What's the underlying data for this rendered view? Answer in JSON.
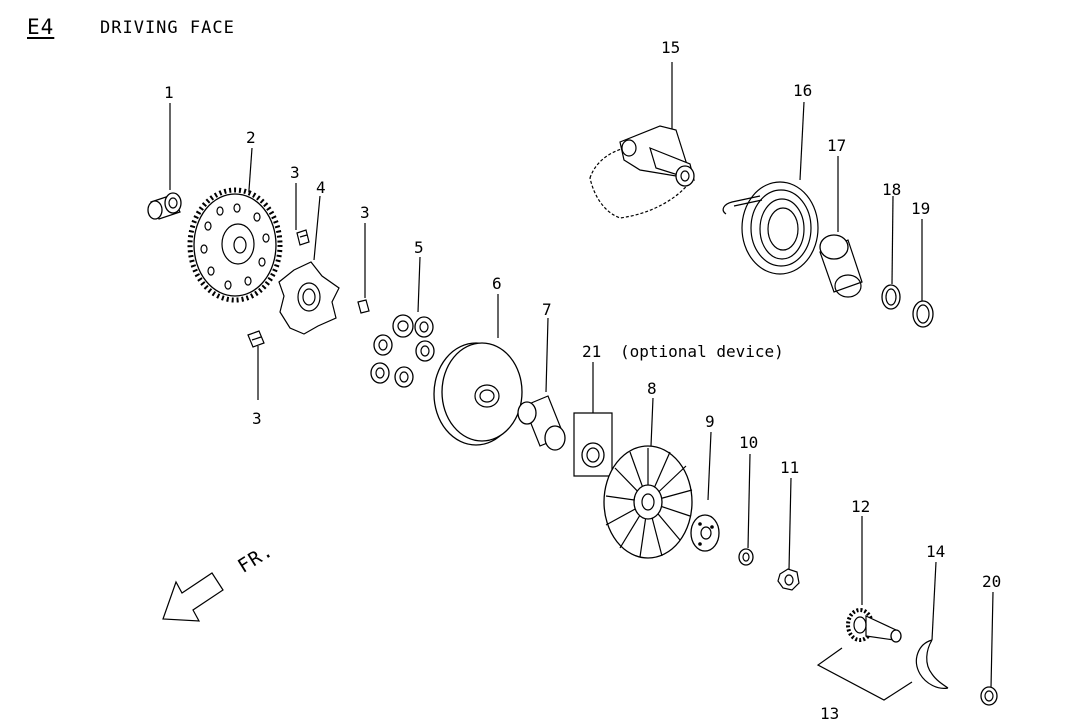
{
  "header": {
    "code": "E4",
    "title": "DRIVING FACE"
  },
  "direction": {
    "label": "FR."
  },
  "note": {
    "text": "(optional device)"
  },
  "callouts": {
    "c1": "1",
    "c2": "2",
    "c3a": "3",
    "c3b": "3",
    "c3c": "3",
    "c4": "4",
    "c5": "5",
    "c6": "6",
    "c7": "7",
    "c8": "8",
    "c9": "9",
    "c10": "10",
    "c11": "11",
    "c12": "12",
    "c13": "13",
    "c14": "14",
    "c15": "15",
    "c16": "16",
    "c17": "17",
    "c18": "18",
    "c19": "19",
    "c20": "20",
    "c21": "21"
  }
}
